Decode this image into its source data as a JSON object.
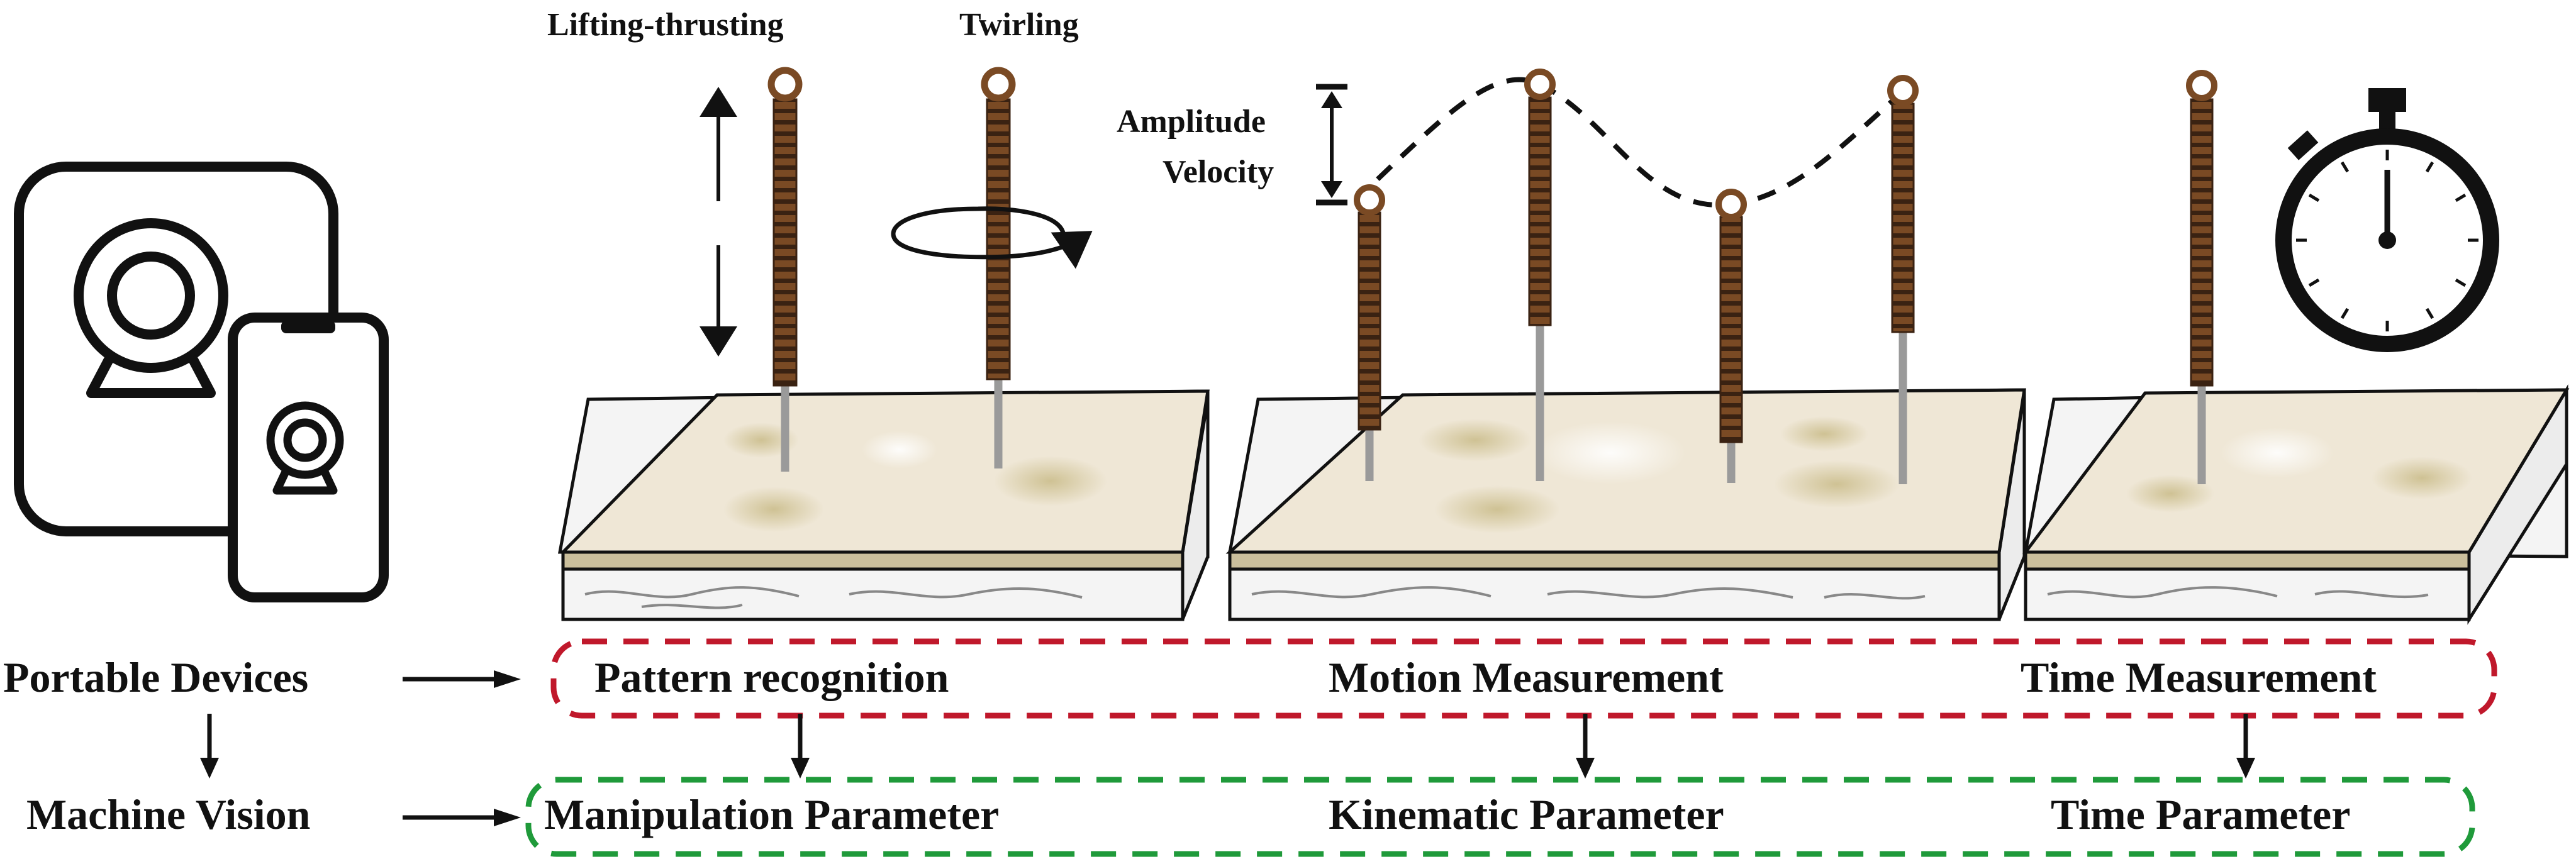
{
  "labels": {
    "lifting_thrusting": "Lifting-thrusting",
    "twirling": "Twirling",
    "amplitude": "Amplitude",
    "velocity": "Velocity",
    "portable_devices": "Portable Devices",
    "machine_vision": "Machine Vision",
    "pattern_recognition": "Pattern recognition",
    "motion_measurement": "Motion Measurement",
    "time_measurement": "Time Measurement",
    "manipulation_parameter": "Manipulation Parameter",
    "kinematic_parameter": "Kinematic Parameter",
    "time_parameter": "Time Parameter"
  },
  "colors": {
    "needle_brown": "#7a4a24",
    "needle_dark": "#3a2212",
    "shaft_gray": "#9a9a9a",
    "skin_top": "#efe7d6",
    "skin_layer": "#cbbf9c",
    "tissue": "#f4f4f4",
    "red_dash": "#c0182b",
    "green_dash": "#1f9a3a",
    "ink": "#111111"
  },
  "icons": [
    "tablet-icon",
    "phone-icon",
    "webcam-icon",
    "stopwatch-icon",
    "acupuncture-needle-icon",
    "rotation-arrow-icon"
  ]
}
